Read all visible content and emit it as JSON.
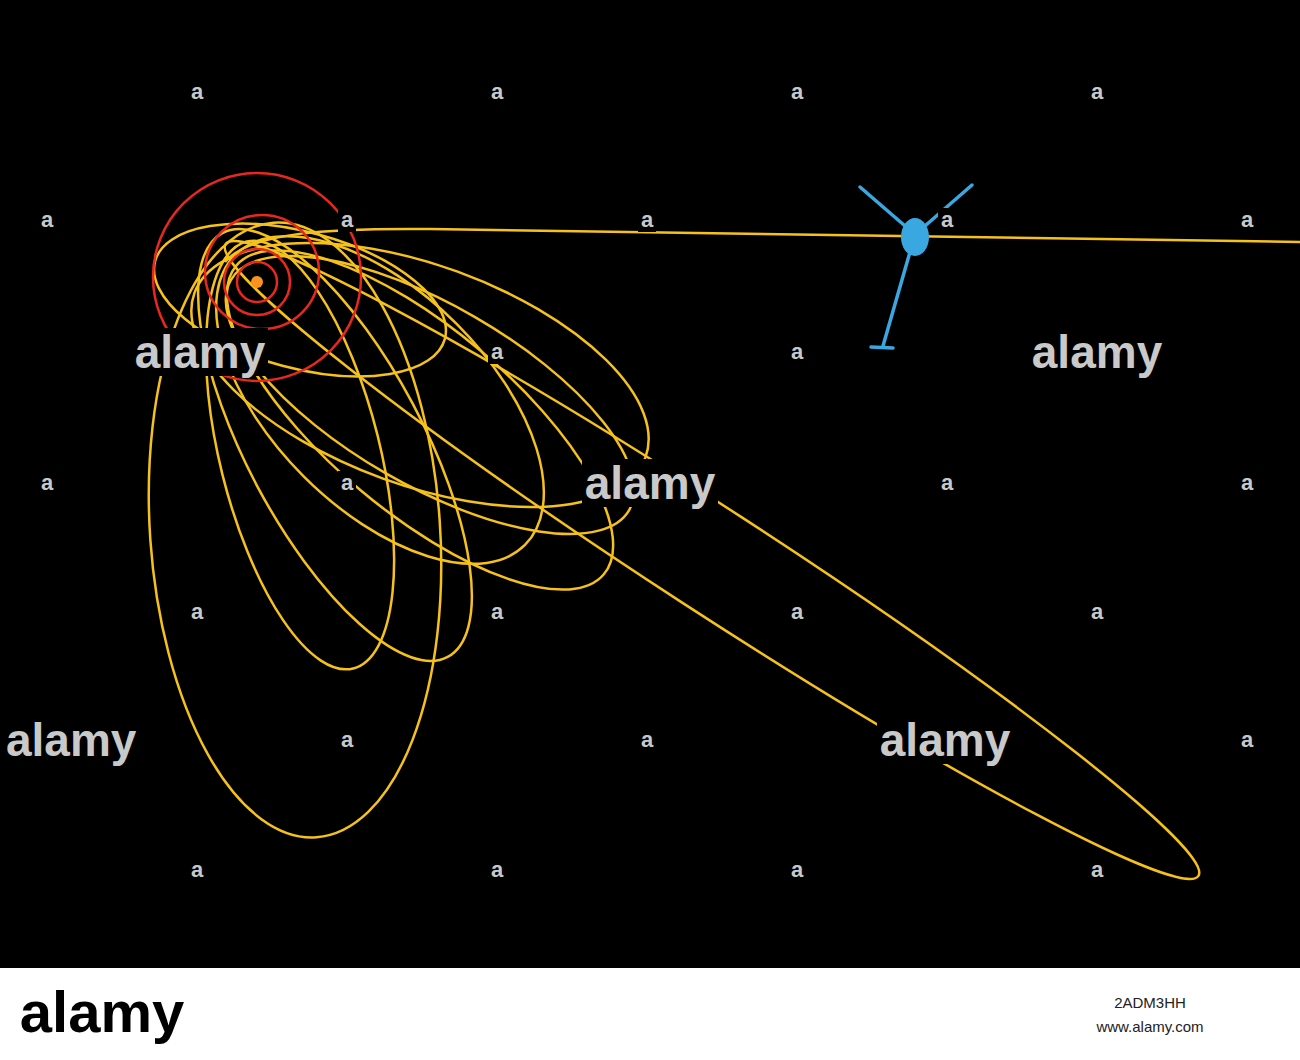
{
  "diagram": {
    "labels": [
      "a",
      "a",
      "a",
      "a",
      "a",
      "a",
      "a",
      "a",
      "a",
      "alamy",
      "a",
      "a",
      "alamy",
      "a",
      "a",
      "alamy",
      "a",
      "a",
      "a",
      "a",
      "a",
      "a",
      "alamy",
      "a",
      "a",
      "alamy",
      "a",
      "a",
      "a",
      "a",
      "a",
      "alamy",
      "2ADM3HH",
      "www.alamy.com"
    ]
  }
}
